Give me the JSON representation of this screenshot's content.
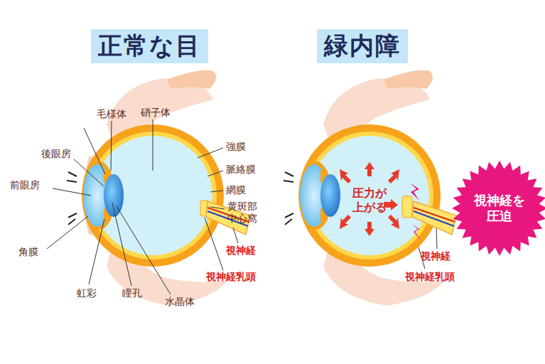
{
  "diagram": {
    "nodes": [
      {
        "text": [
          "正常な目"
        ]
      },
      {
        "text": [
          "緑内障"
        ]
      },
      {
        "text": [
          "視神経を 圧迫"
        ]
      }
    ],
    "labels": [
      "毛様体",
      "硝子体",
      "後眼房",
      "強膜",
      "前眼房",
      "脈絡膜",
      "網膜",
      "黄斑部",
      "中心窩",
      "角膜",
      "視神経",
      "視神経乳頭",
      "虹彩",
      "瞳孔",
      "水晶体",
      "圧力が 上がる",
      "視神経",
      "視神経乳頭"
    ]
  }
}
